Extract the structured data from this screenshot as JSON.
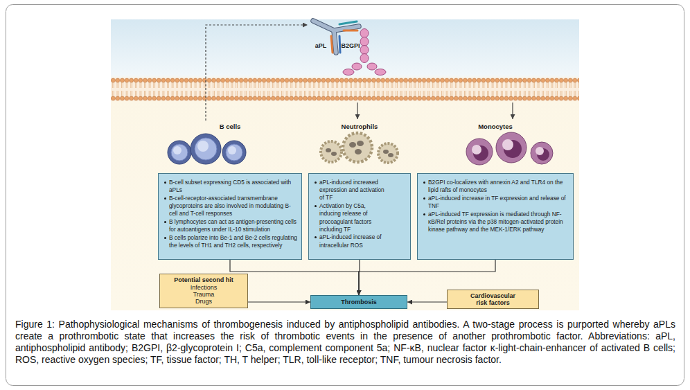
{
  "diagram": {
    "caption": "Figure 1: Pathophysiological mechanisms of thrombogenesis induced by antiphospholipid antibodies. A two-stage process is purported whereby aPLs create a prothrombotic state that increases the risk of thrombotic events in the presence of another prothrombotic factor. Abbreviations: aPL, antiphospholipid antibody; B2GPI, β2-glycoprotein I; C5a, complement component 5a; NF-κB, nuclear factor κ-light-chain-enhancer of activated B cells; ROS, reactive oxygen species; TF, tissue factor; TH, T helper; TLR, toll-like receptor; TNF, tumour necrosis factor.",
    "nodes": [
      {
        "text": [
          "B cells",
          "B-cell subset expressing CD5 is associated with aPLs",
          "B-cell-receptor-associated transmembrane glycoproteins are also involved in modulating B-cell and T-cell responses",
          "B lymphocytes can act as antigen-presenting cells for autoantigens under IL-10 stimulation",
          "B cells polarize into Be-1 and Be-2 cells regulating the levels of TH1 and TH2 cells, respectively"
        ]
      },
      {
        "text": [
          "Neutrophils",
          "aPL-induced increased expression and activation of TF",
          "Activation by C5a, inducing release of procoagulant factors including TF",
          "aPL-induced increase of intracellular ROS"
        ]
      },
      {
        "text": [
          "Monocytes",
          "B2GPI co-localizes with annexin A2 and TLR4 on the lipid rafts of monocytes",
          "aPL-induced increase in TF expression and release of TNF",
          "aPL-induced TF expression is mediated through NF-κB/Rel proteins via the p38 mitogen-activated protein kinase pathway and the MEK-1/ERK pathway"
        ]
      },
      {
        "text": [
          "Potential second hit",
          "Infections",
          "Trauma",
          "Drugs"
        ]
      },
      {
        "text": [
          "Thrombosis"
        ]
      },
      {
        "text": [
          "Cardiovascular risk factors"
        ]
      }
    ],
    "edges": [
      {
        "from": 0,
        "to": 4,
        "arrow": "to"
      },
      {
        "from": 1,
        "to": 4,
        "arrow": "to"
      },
      {
        "from": 2,
        "to": 4,
        "arrow": "to"
      },
      {
        "from": 3,
        "to": 4,
        "arrow": "to"
      },
      {
        "from": 5,
        "to": 4,
        "arrow": "to"
      }
    ],
    "labels": [
      "aPL",
      "B2GPI"
    ]
  }
}
